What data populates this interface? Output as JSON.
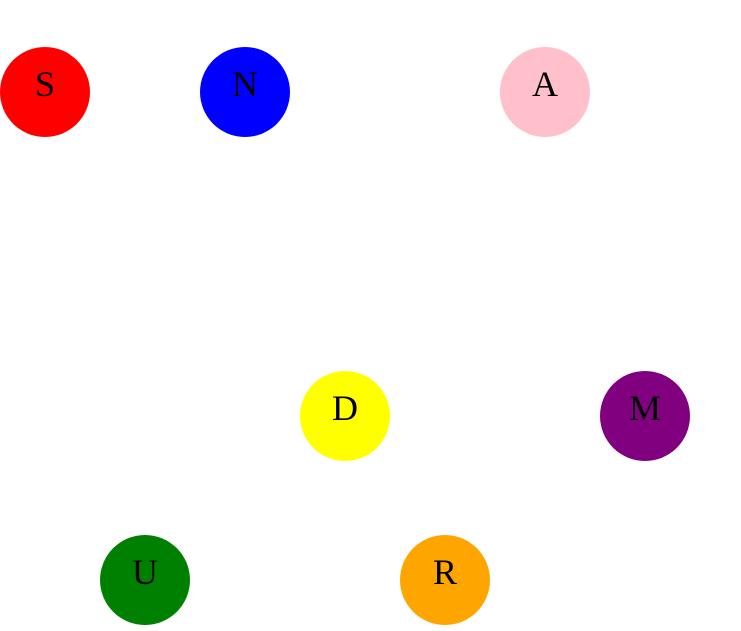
{
  "nodes": [
    {
      "label": "S",
      "color": "#ff0000"
    },
    {
      "label": "N",
      "color": "#0000ff"
    },
    {
      "label": "A",
      "color": "#ffc0cb"
    },
    {
      "label": "D",
      "color": "#ffff00"
    },
    {
      "label": "M",
      "color": "#800080"
    },
    {
      "label": "U",
      "color": "#008000"
    },
    {
      "label": "R",
      "color": "#ffa500"
    }
  ]
}
